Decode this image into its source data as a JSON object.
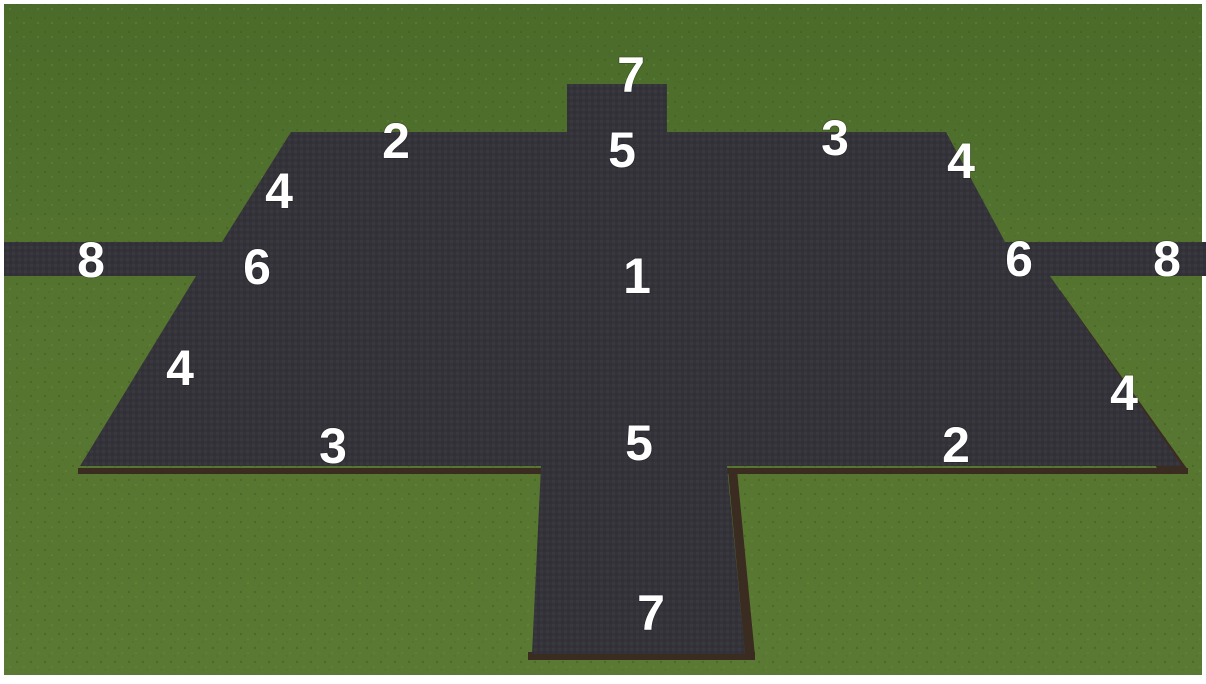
{
  "scene": {
    "description_colors": {
      "grass": "#4f6e2a",
      "pavement": "#343238",
      "pavement_edge": "#3b2e22",
      "label": "#ffffff"
    },
    "labels": {
      "top_stub": "7",
      "top_center": "5",
      "top_left_edge": "2",
      "top_right_edge": "3",
      "upper_left_corner": "4",
      "upper_right_corner": "4",
      "left_arm": "8",
      "left_junction": "6",
      "center": "1",
      "right_junction": "6",
      "right_arm": "8",
      "lower_left_corner": "4",
      "lower_right_corner": "4",
      "bottom_left_edge": "3",
      "bottom_center": "5",
      "bottom_right_edge": "2",
      "bottom_stub": "7"
    }
  }
}
